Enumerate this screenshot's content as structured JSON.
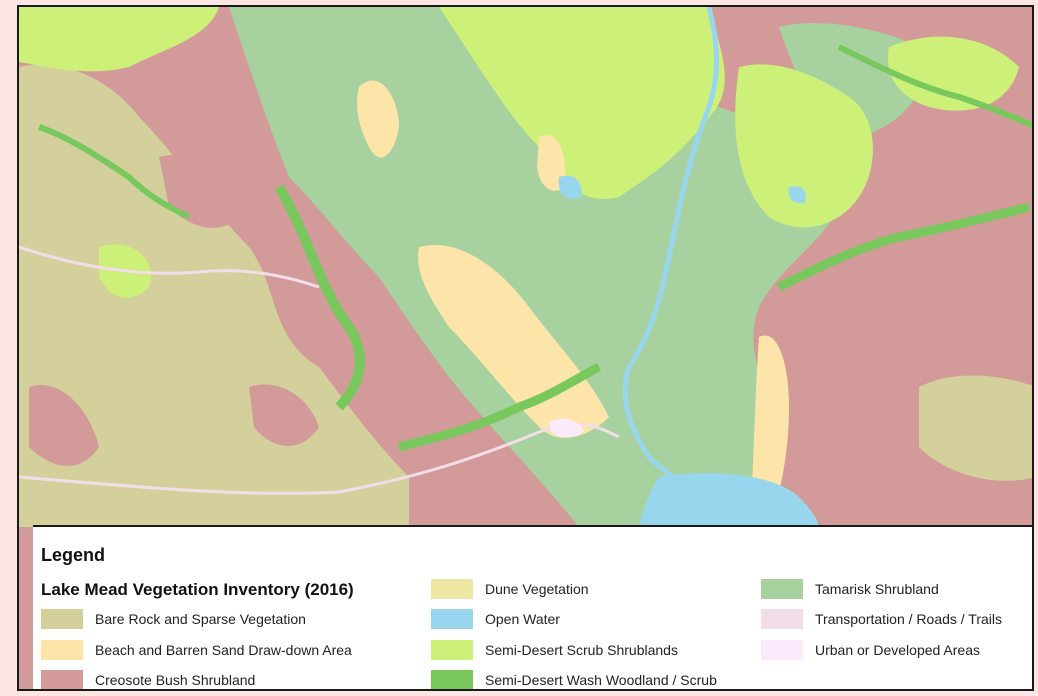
{
  "legend": {
    "title": "Legend",
    "subtitle": "Lake Mead Vegetation Inventory (2016)",
    "items": [
      {
        "label": "Bare Rock and Sparse Vegetation",
        "color": "#d4d09c",
        "icon": "bare-rock-swatch"
      },
      {
        "label": "Beach and Barren Sand Draw-down Area",
        "color": "#fde4a8",
        "icon": "beach-sand-swatch"
      },
      {
        "label": "Creosote Bush Shrubland",
        "color": "#d39a9a",
        "icon": "creosote-swatch"
      },
      {
        "label": "Dune Vegetation",
        "color": "#ede7a3",
        "icon": "dune-swatch"
      },
      {
        "label": "Open Water",
        "color": "#97d6ec",
        "icon": "water-swatch"
      },
      {
        "label": "Semi-Desert Scrub Shrublands",
        "color": "#cdf079",
        "icon": "scrub-swatch"
      },
      {
        "label": "Semi-Desert Wash Woodland / Scrub",
        "color": "#79c85e",
        "icon": "wash-swatch"
      },
      {
        "label": "Tamarisk Shrubland",
        "color": "#a7d2a0",
        "icon": "tamarisk-swatch"
      },
      {
        "label": "Transportation / Roads / Trails",
        "color": "#f3dde9",
        "icon": "roads-swatch"
      },
      {
        "label": "Urban or Developed Areas",
        "color": "#fbeafc",
        "icon": "urban-swatch"
      }
    ]
  },
  "colors": {
    "frame": "#1a1a1a",
    "page_background": "#fbe6e3"
  }
}
